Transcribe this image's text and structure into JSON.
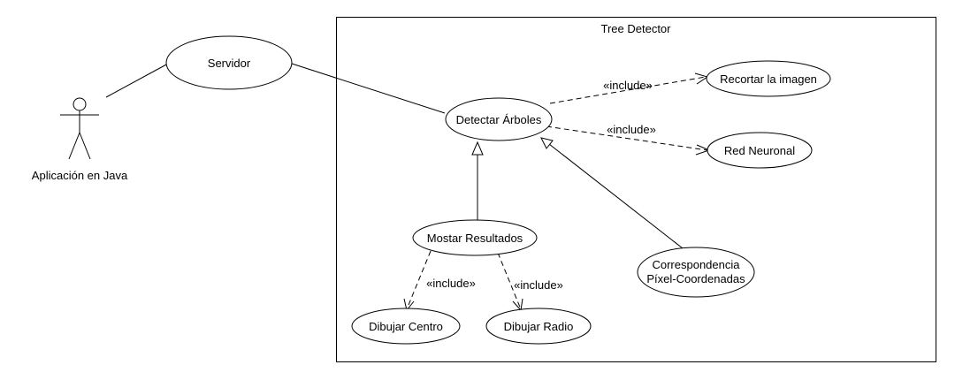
{
  "system": {
    "title": "Tree Detector"
  },
  "actor": {
    "name": "Aplicación en Java"
  },
  "use_cases": {
    "servidor": "Servidor",
    "detectar": "Detectar Árboles",
    "recortar": "Recortar la imagen",
    "red": "Red Neuronal",
    "mostrar": "Mostar Resultados",
    "correspondencia_line1": "Correspondencia",
    "correspondencia_line2": "Píxel-Coordenadas",
    "centro": "Dibujar Centro",
    "radio": "Dibujar Radio"
  },
  "relations": {
    "include_recortar": "«include»",
    "include_red": "«include»",
    "include_centro": "«include»",
    "include_radio": "«include»"
  },
  "colors": {
    "stroke": "#000000",
    "background": "#ffffff"
  }
}
